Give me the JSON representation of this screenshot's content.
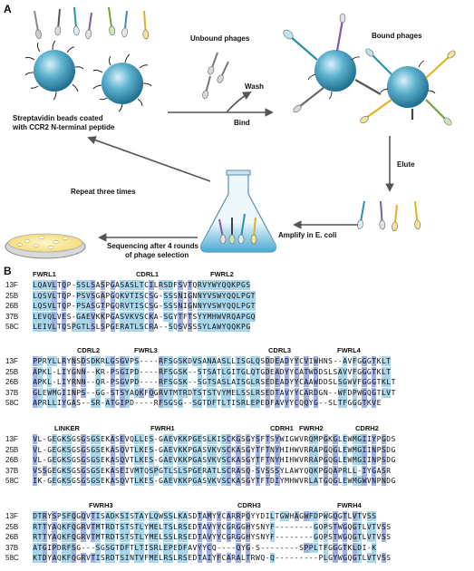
{
  "panel_a": {
    "label": "A",
    "beads_caption_line1": "Streptavidin beads coated",
    "beads_caption_line2": "with CCR2 N-terminal peptide",
    "unbound": "Unbound phages",
    "bound": "Bound phages",
    "wash": "Wash",
    "bind": "Bind",
    "elute": "Elute",
    "amplify": "Amplify in E. coli",
    "repeat": "Repeat three times",
    "sequencing_line1": "Sequencing after 4 rounds",
    "sequencing_line2": "of phage selection"
  },
  "panel_b": {
    "label": "B",
    "blocks": [
      {
        "headers": [
          "FWRL1",
          "CDRL1",
          "FWRL2"
        ],
        "rows": [
          {
            "id": "13F",
            "seq": "LQAVLTQP-SSLSASPGASASLTCILRSDFSVTQRVYWYQQKPGS"
          },
          {
            "id": "25B",
            "seq": "LQSVLTQP-PSVSGAPGQKVTISCSG-SSSNIGNNYVSWYQQLPGT"
          },
          {
            "id": "26B",
            "seq": "LQSVLTQP-PSASGTPGQRVTISCSG-SSSNIGNNYVSWYQQLPGT"
          },
          {
            "id": "37B",
            "seq": "LEVQLVES-GAEVKKPGASVKVSCKA-SGYTFTSYYMHWVRQAPGQ"
          },
          {
            "id": "58C",
            "seq": "LEIVLTQSPGTLSLSPGERATLSCRA--SQSVSSSYLAWYQQKPG"
          }
        ]
      },
      {
        "headers": [
          "CDRL2",
          "FWRL3",
          "CDRL3",
          "FWRL4"
        ],
        "rows": [
          {
            "id": "13F",
            "seq": "PPRYLLRYNSDSDKRLGSGVPS----RFSGSKDVSANAASLLISGLQSDDEADYYCVIWHNS--AVFGGGTKLT"
          },
          {
            "id": "25B",
            "seq": "APKL-LIYGNN--KR-PSGIPD----RFSGSK--STSATLGITGLQTGDEADYYCATWDDSLSAVVFGGGTKLT"
          },
          {
            "id": "26B",
            "seq": "APKL-LIYRNN--QR-PSGVPD----RFSGSK--SGTSASLAISGLRSEDEADYYCAAWDDSLSGWVFGGGTKLT"
          },
          {
            "id": "37B",
            "seq": "GLEWMGIINPS--GG-STSYAQKFQGRVTMTRDTSTSTVYMELSSLRSEDTAVYYCARDGN--WFDPWGQGTLVT"
          },
          {
            "id": "58C",
            "seq": "APRLLIYGAS--SR-ATGIPD----RFSGSG--SGTDFTLTISRLEPEDFAVYYCQQYG--SLTFGGGTKVE"
          }
        ]
      },
      {
        "headers": [
          "LINKER",
          "FWRH1",
          "CDRH1",
          "FWRH2",
          "CDRH2"
        ],
        "rows": [
          {
            "id": "13F",
            "seq": "VL-GEGKSGSGSGSEKASEVQLLES-GAEVKKPGESLKISCKGSGYSFTSYWIGWVRQMPGKGLEWMGIIYPGDS"
          },
          {
            "id": "25B",
            "seq": "VL-GEGKSGSGSGSEKASQVTLKES-GAEVKKPGASVKVSCKASGYTFTNYHIHWVRRAPGQGLEWMGIINPSDG"
          },
          {
            "id": "26B",
            "seq": "VL-GEGKSGSGSGSEKASQVTLKES-GAEVKKPGASVKVSCKASGYTFTNYHIHWVRRAPGQGLEWMGIINPSDG"
          },
          {
            "id": "37B",
            "seq": "VSSGEGKSGSGSGSEKASEIVMTQSPGTLSLSPGERATLSCRASQ-SVSSSYLAWYQQKPGQAPRLL-IYGASR"
          },
          {
            "id": "58C",
            "seq": "IK-GEGKSGSGSGSEKASQVTLKES-GAEVKKPGASVKVSCKASGYTFTDIYMHWVRLATGQGLEWMGWVNPNDG"
          }
        ]
      },
      {
        "headers": [
          "FWRH3",
          "CDRH3",
          "FWRH4"
        ],
        "rows": [
          {
            "id": "13F",
            "seq": "DTRYSPSFQGQVTISADKSISTAYLQWSSLKASDTAMYYCARRPQYYDILTGWHAGWFDPWGQGTLVTVSS"
          },
          {
            "id": "25B",
            "seq": "RTTYAQKFQGRVTMTRDTSTSTLYMELTSLRSEDTAVYYCGRGGHYSNYF--------GQPSTWGQGTLVTVSS"
          },
          {
            "id": "26B",
            "seq": "RTTYAQKFQGRVTMTRDTSTSTLYMELSSLRSEDTAVYYCGRGGHYSNYF--------GQPSTWGQGTLVTVSS"
          },
          {
            "id": "37B",
            "seq": "ATGIPDRFSG---SGSGTDFTLTISRLEPEDFAVYYCQ----QYG-S--------SPPLTFGGGTKLDI-K"
          },
          {
            "id": "58C",
            "seq": "KTDYAQKFQGRVTISRDTSINTVFMELRSLRSEDTAIYFCARALTRWQ-Q---------PLGYWGQGTLVTVSS"
          }
        ]
      }
    ]
  },
  "colors": {
    "highlight_light": "#a9d6ea",
    "highlight_dark": "#9fb2e4",
    "bead": "#2f8fb0",
    "arrow": "#555555"
  }
}
